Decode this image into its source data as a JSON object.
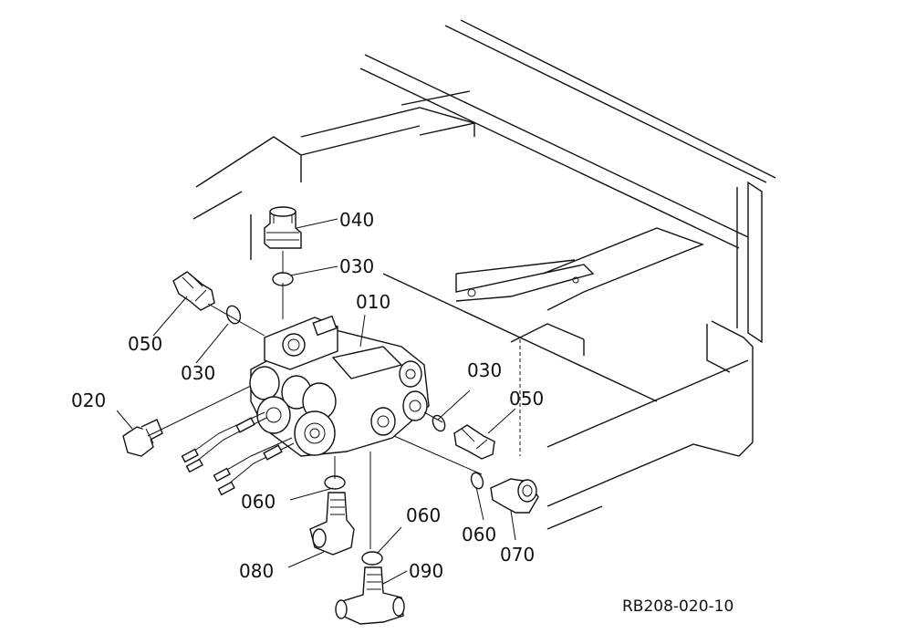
{
  "callouts": [
    {
      "id": "c040",
      "label": "040"
    },
    {
      "id": "c030a",
      "label": "030"
    },
    {
      "id": "c010",
      "label": "010"
    },
    {
      "id": "c050a",
      "label": "050"
    },
    {
      "id": "c030b",
      "label": "030"
    },
    {
      "id": "c020",
      "label": "020"
    },
    {
      "id": "c030c",
      "label": "030"
    },
    {
      "id": "c050b",
      "label": "050"
    },
    {
      "id": "c060a",
      "label": "060"
    },
    {
      "id": "c060b",
      "label": "060"
    },
    {
      "id": "c060c",
      "label": "060"
    },
    {
      "id": "c070",
      "label": "070"
    },
    {
      "id": "c080",
      "label": "080"
    },
    {
      "id": "c090",
      "label": "090"
    }
  ],
  "reference_code": "RB208-020-10"
}
